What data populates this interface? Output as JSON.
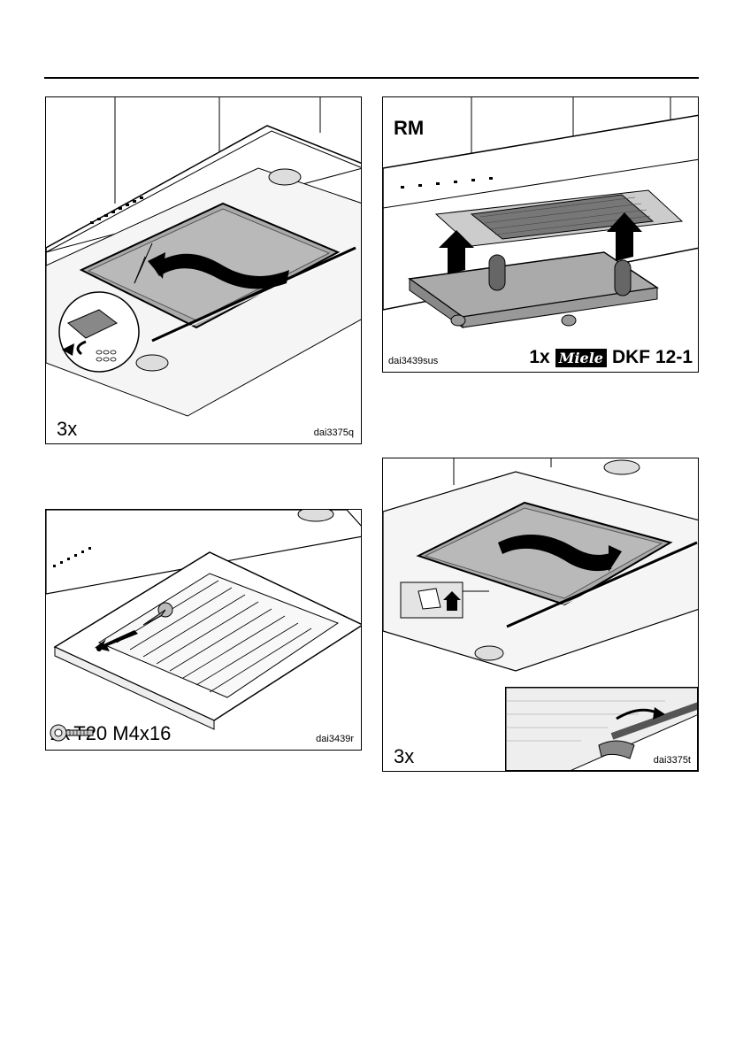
{
  "panels": [
    {
      "id": "p1",
      "count": "3x",
      "code": "dai3375q"
    },
    {
      "id": "p2",
      "model_tag": "RM",
      "count": "1x",
      "brand": "Miele",
      "part": "DKF 12-1",
      "code": "dai3439sus"
    },
    {
      "id": "p3",
      "count": "1x",
      "screw_spec": "T20 M4x16",
      "code": "dai3439r"
    },
    {
      "id": "p4",
      "count": "3x",
      "code": "dai3375t"
    }
  ]
}
